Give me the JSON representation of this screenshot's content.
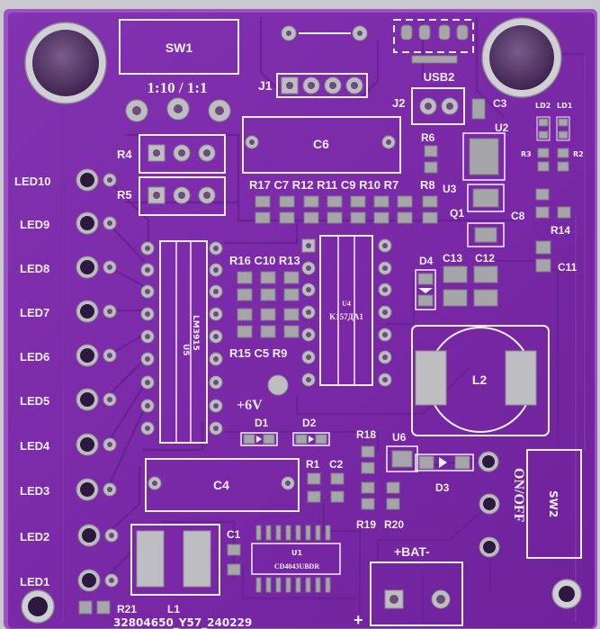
{
  "board": {
    "colors": {
      "background": "#c9c9cf",
      "soldermask": "#7b2aa8",
      "soldermask_edge": "#8f3cbd",
      "silkscreen": "#f2eef6",
      "pad": "#bdbdc2",
      "trace": "#6a2195"
    },
    "labels": {
      "sw1": "SW1",
      "ratio": "1:10 / 1:1",
      "j1": "J1",
      "usb2": "USB2",
      "j2": "J2",
      "c3": "C3",
      "u2": "U2",
      "ld2": "LD2",
      "ld1": "LD1",
      "r3": "R3",
      "r2": "R2",
      "r4": "R4",
      "r5": "R5",
      "c6": "C6",
      "r6": "R6",
      "u3": "U3",
      "c8": "C8",
      "r14": "R14",
      "q1": "Q1",
      "row_r17_r8": "R17 C7 R12 R11 C9 R10 R7",
      "r8": "R8",
      "led10": "LED10",
      "led9": "LED9",
      "led8": "LED8",
      "led7": "LED7",
      "led6": "LED6",
      "led5": "LED5",
      "led4": "LED4",
      "led3": "LED3",
      "led2": "LED2",
      "led1": "LED1",
      "row_r16": "R16 C10 R13",
      "row_r15": "R15  C5  R9",
      "u5": "U5",
      "lm3915": "LM3915",
      "u4": "U4",
      "k157": "K157ДА1",
      "d4": "D4",
      "c13": "C13",
      "c12": "C12",
      "c11": "C11",
      "l2": "L2",
      "plus6v": "+6V",
      "d1": "D1",
      "d2": "D2",
      "r18": "R18",
      "u6": "U6",
      "d3": "D3",
      "c4": "C4",
      "r1": "R1",
      "c2": "C2",
      "r19": "R19",
      "r20": "R20",
      "onoff": "ON/OFF",
      "sw2": "SW2",
      "c1": "C1",
      "u1": "U1",
      "cd4043": "CD4043UBDR",
      "bat": "+BAT-",
      "r21": "R21",
      "l1": "L1",
      "serial": "32804650_Y57_240229",
      "plus": "+"
    }
  }
}
